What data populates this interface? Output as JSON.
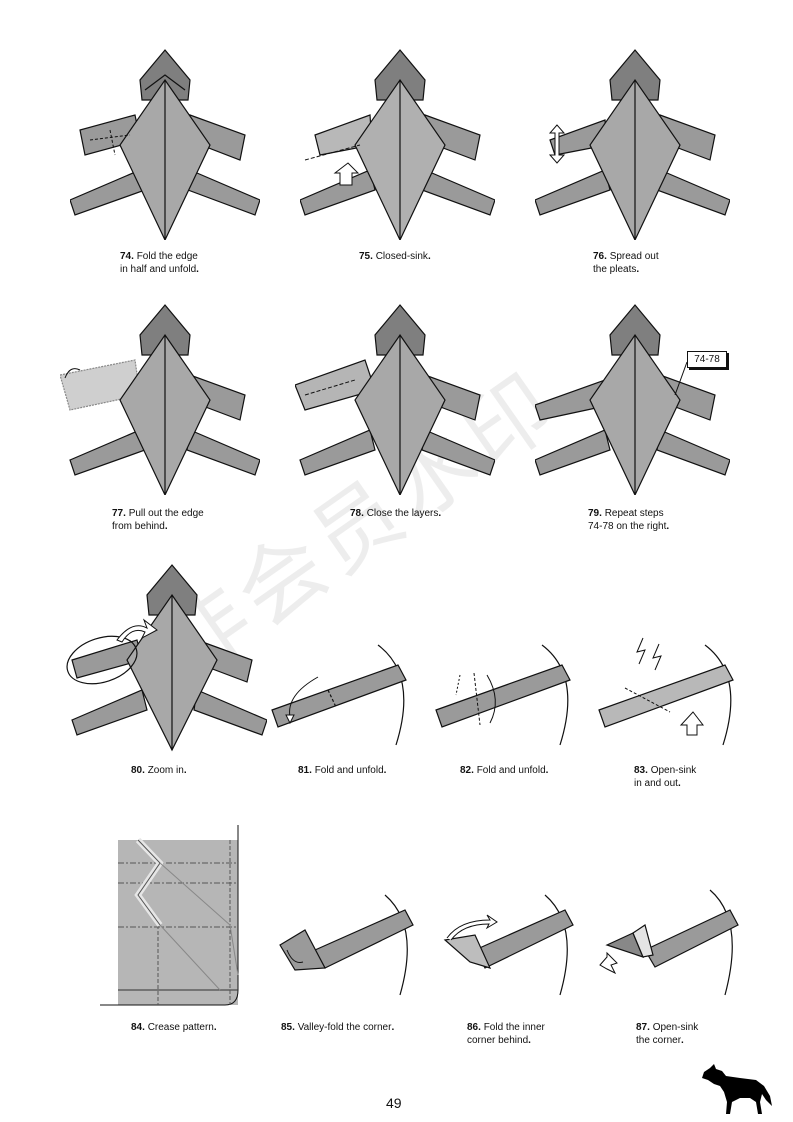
{
  "steps": [
    {
      "num": "74.",
      "line1": "Fold the edge",
      "line2": "in half and unfold"
    },
    {
      "num": "75.",
      "line1": "Closed-sink",
      "line2": ""
    },
    {
      "num": "76.",
      "line1": "Spread out",
      "line2": "the pleats"
    },
    {
      "num": "77.",
      "line1": "Pull out the edge",
      "line2": "from behind"
    },
    {
      "num": "78.",
      "line1": "Close the layers",
      "line2": ""
    },
    {
      "num": "79.",
      "line1": "Repeat steps",
      "line2": "74-78 on the right"
    },
    {
      "num": "80.",
      "line1": "Zoom in",
      "line2": ""
    },
    {
      "num": "81.",
      "line1": "Fold and unfold",
      "line2": ""
    },
    {
      "num": "82.",
      "line1": "Fold and unfold",
      "line2": ""
    },
    {
      "num": "83.",
      "line1": "Open-sink",
      "line2": "in and out"
    },
    {
      "num": "84.",
      "line1": "Crease pattern",
      "line2": ""
    },
    {
      "num": "85.",
      "line1": "Valley-fold the corner",
      "line2": ""
    },
    {
      "num": "86.",
      "line1": "Fold the inner",
      "line2": "corner behind"
    },
    {
      "num": "87.",
      "line1": "Open-sink",
      "line2": "the corner"
    }
  ],
  "repeat_tag": "74-78",
  "page_number": "49",
  "watermark": "非会员水印",
  "icons": {
    "logo": "wolf-silhouette-icon"
  }
}
